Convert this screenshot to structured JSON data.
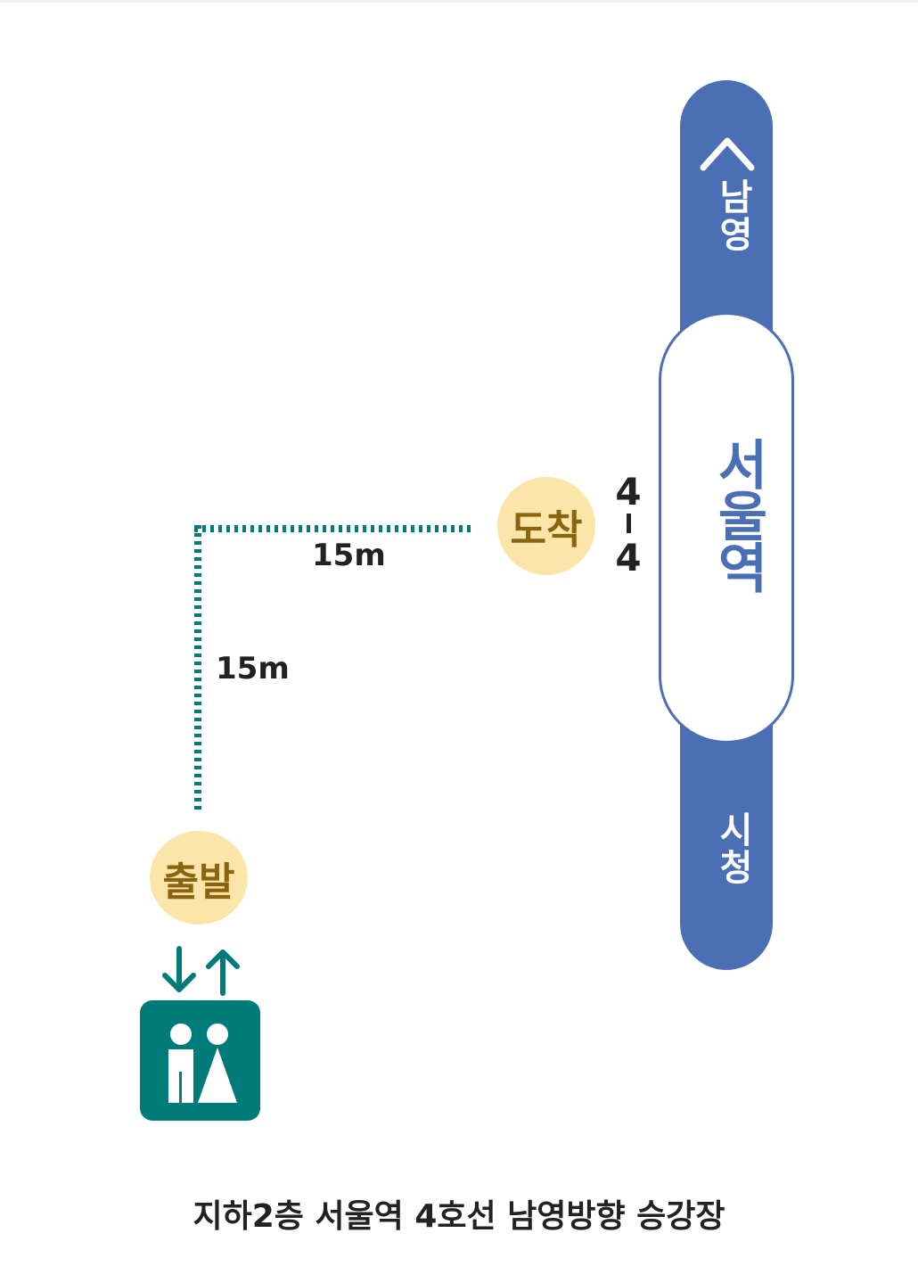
{
  "station": {
    "name": "서울역",
    "direction_up": "남영",
    "direction_down": "시청",
    "line_color": "#4a6fb5"
  },
  "platform_code": {
    "top": "4",
    "bottom": "4"
  },
  "route": {
    "arrival_label": "도착",
    "departure_label": "출발",
    "horizontal_distance": "15m",
    "vertical_distance": "15m",
    "path_color": "#007b7a",
    "badge_color": "#fbe5a9"
  },
  "elevator": {
    "icon": "elevator-icon",
    "color": "#007b7a"
  },
  "caption": "지하2층 서울역 4호선 남영방향 승강장"
}
